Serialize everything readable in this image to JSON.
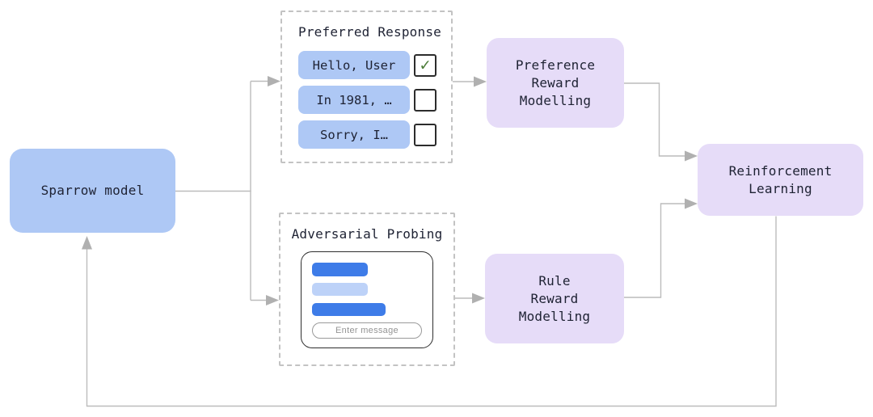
{
  "nodes": {
    "sparrow": {
      "label": "Sparrow model"
    },
    "preference_reward": {
      "label": "Preference\nReward\nModelling"
    },
    "rule_reward": {
      "label": "Rule\nReward\nModelling"
    },
    "reinforcement_learning": {
      "label": "Reinforcement\nLearning"
    }
  },
  "preferred_response": {
    "title": "Preferred Response",
    "options": [
      {
        "label": "Hello, User",
        "checked": true,
        "mark": "✓"
      },
      {
        "label": "In 1981, …",
        "checked": false,
        "mark": ""
      },
      {
        "label": "Sorry, I…",
        "checked": false,
        "mark": ""
      }
    ]
  },
  "adversarial_probing": {
    "title": "Adversarial Probing",
    "chat_input_placeholder": "Enter message"
  },
  "colors": {
    "node_blue": "#aec8f5",
    "node_purple": "#e6dcf8",
    "chat_bubble_blue": "#3e7ce8",
    "chat_bubble_light_blue": "#bdd2f8",
    "connector_gray": "#bcbcbc",
    "arrowhead_gray": "#b0b0b0",
    "check_green": "#4c7c38",
    "text_dark": "#1e2233"
  }
}
